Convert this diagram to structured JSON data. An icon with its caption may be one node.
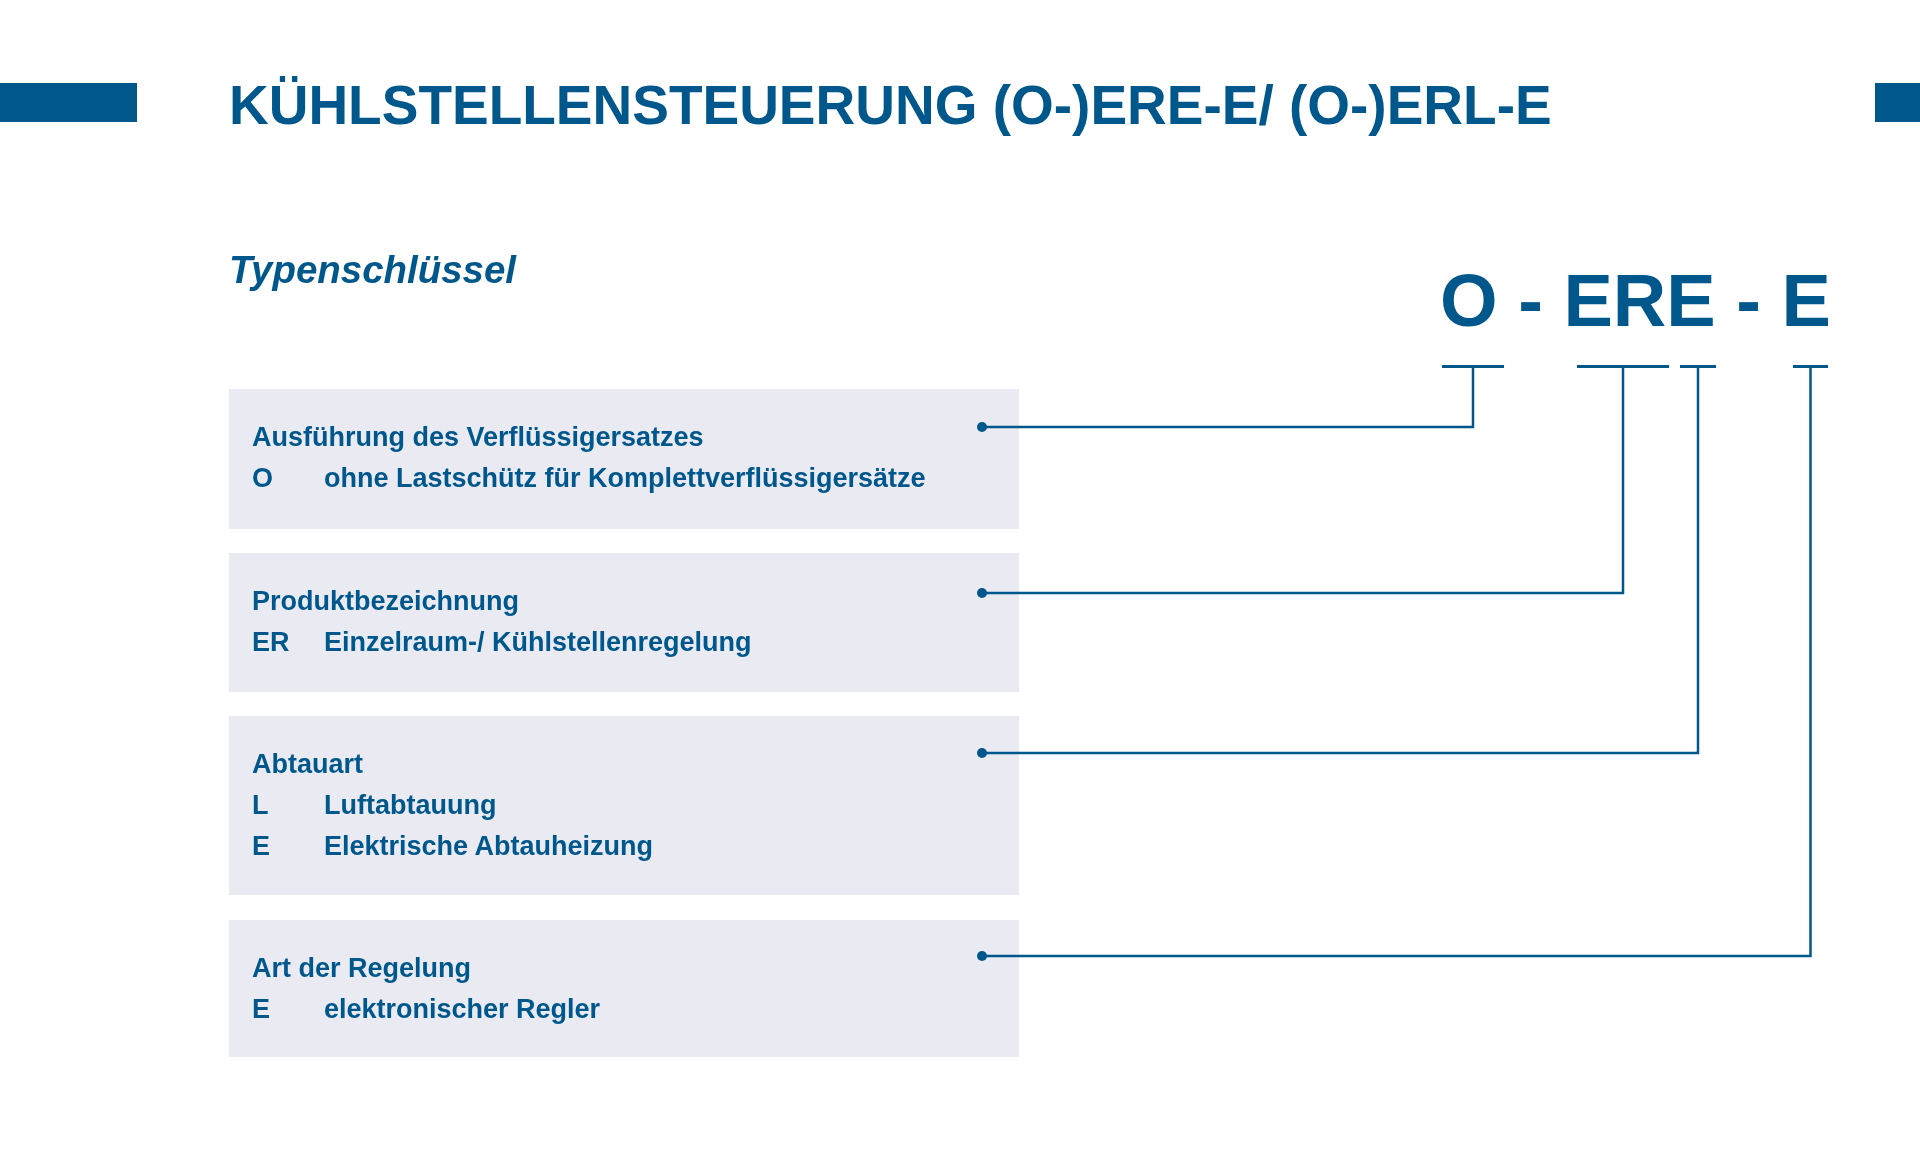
{
  "diagram": {
    "title": "KÜHLSTELLENSTEUERUNG (O-)ERE-E/ (O-)ERL-E",
    "nodes": [
      {
        "text": [
          "Ausführung des Verflüssigersatzes",
          "O",
          "ohne Lastschütz für Komplettverflüssigersätze"
        ]
      },
      {
        "text": [
          "Produktbezeichnung",
          "ER",
          "Einzelraum-/ Kühlstellenregelung"
        ]
      },
      {
        "text": [
          "Abtauart",
          "L",
          "Luftabtauung",
          "E",
          "Elektrische Abtauheizung"
        ]
      },
      {
        "text": [
          "Art der Regelung",
          "E",
          "elektronischer Regler"
        ]
      },
      {
        "text": [],
        "shape": "bar"
      },
      {
        "text": [],
        "shape": "bar"
      },
      {
        "text": [],
        "shape": "bar"
      },
      {
        "text": [],
        "shape": "bar"
      }
    ],
    "edges": [
      {
        "from": 0,
        "to": 4,
        "arrow": "other"
      },
      {
        "from": 1,
        "to": 5,
        "arrow": "other"
      },
      {
        "from": 2,
        "to": 6,
        "arrow": "other"
      },
      {
        "from": 3,
        "to": 7,
        "arrow": "other"
      }
    ],
    "labels": [
      "Typenschlüssel",
      "O - ERE - E"
    ]
  }
}
